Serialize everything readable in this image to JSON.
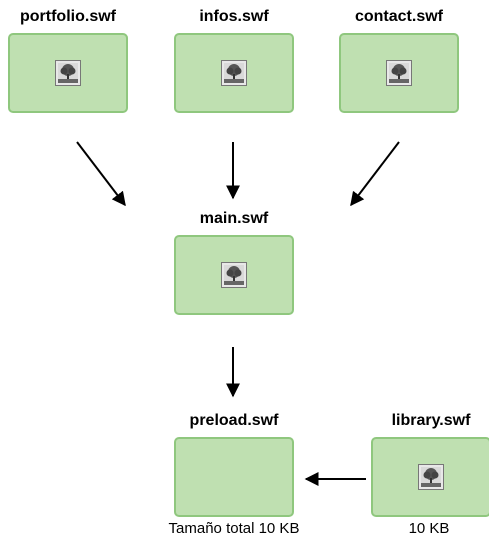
{
  "nodes": {
    "portfolio": {
      "label": "portfolio.swf",
      "icon": "image-icon"
    },
    "infos": {
      "label": "infos.swf",
      "icon": "image-icon"
    },
    "contact": {
      "label": "contact.swf",
      "icon": "image-icon"
    },
    "main": {
      "label": "main.swf",
      "icon": "image-icon"
    },
    "preload": {
      "label": "preload.swf",
      "caption": "Tamaño total 10 KB"
    },
    "library": {
      "label": "library.swf",
      "caption": "10 KB",
      "icon": "image-icon"
    }
  },
  "colors": {
    "box_fill": "#bfe0b1",
    "box_border": "#8fc77e",
    "arrow": "#000000"
  }
}
